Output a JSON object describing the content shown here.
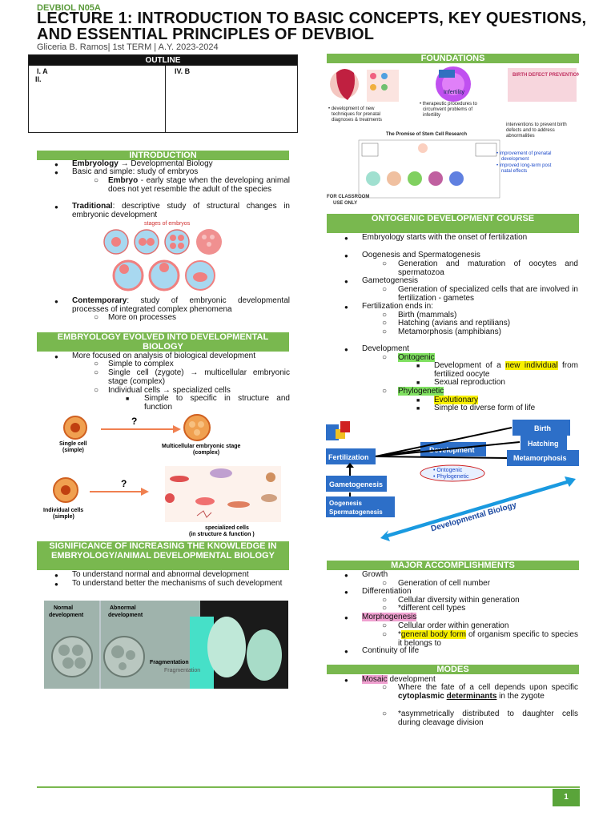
{
  "header": {
    "course_code": "DEVBIOL N05A",
    "title": "LECTURE 1: INTRODUCTION TO BASIC CONCEPTS, KEY QUESTIONS, AND ESSENTIAL PRINCIPLES OF DEVBIOL",
    "author_line": "Gliceria B. Ramos| 1st TERM | A.Y. 2023-2024"
  },
  "outline": {
    "heading": "OUTLINE",
    "col1": [
      "I.  A",
      "II."
    ],
    "col2": [
      "IV.   B"
    ]
  },
  "introduction": {
    "heading": "INTRODUCTION",
    "b1_bold": "Embryology",
    "b1_rest": " → Developmental Biology",
    "b2": "Basic and simple: study of embryos",
    "b2a_bold": "Embryo",
    "b2a_rest": " - early stage when the developing animal does not yet resemble the adult of the species",
    "b3_bold": "Traditional",
    "b3_rest": ": descriptive study of structural changes in embryonic development",
    "image_caption": "stages of embryos",
    "b4_bold": "Contemporary",
    "b4_rest": ": study of embryonic developmental processes of integrated complex phenomena",
    "b4a": "More on processes"
  },
  "embryology_evolved": {
    "heading": "EMBRYOLOGY EVOLVED INTO DEVELOPMENTAL BIOLOGY",
    "b1": "More focused on analysis of biological development",
    "s1": "Simple to complex",
    "s2": "Single cell (zygote) → multicellular embryonic stage (complex)",
    "s3": "Individual cells → specialized cells",
    "s3a": "Simple to specific in structure and function",
    "fig": {
      "single_cell": "Single cell (simple)",
      "multicellular": "Multicellular embryonic stage (complex)",
      "individual": "Individual cells (simple)",
      "specialized": "specialized cells (in structure & function )",
      "question": "?"
    }
  },
  "significance": {
    "heading": "SIGNIFICANCE OF INCREASING THE KNOWLEDGE IN EMBRYOLOGY/ANIMAL DEVELOPMENTAL BIOLOGY",
    "b1": "To understand normal and abnormal development",
    "b2": "To understand better the mechanisms of such development",
    "fig": {
      "normal": "Normal development",
      "abnormal": "Abnormal development",
      "fragmentation": "Fragmentation"
    }
  },
  "foundations": {
    "heading": "FOUNDATIONS",
    "infertility": "Infertility",
    "c1": "development of new techniques for prenatal diagnoses & treatments",
    "c2": "therapeutic procedures to circumvent problems of infertility",
    "c3": "interventions to prevent birth defects and to address abnormalities",
    "stem_title": "The Promise of Stem Cell Research",
    "b1": "improvement of prenatal development",
    "b2": "improved long-term post natal effects",
    "watermark": "FOR CLASSROOM USE ONLY"
  },
  "ontogenic": {
    "heading": "ONTOGENIC DEVELOPMENT COURSE",
    "b1": "Embryology starts with the onset of fertilization",
    "b2": "Oogenesis and Spermatogenesis",
    "b2a": "Generation and maturation of oocytes and spermatozoa",
    "b3": "Gametogenesis",
    "b3a": "Generation of specialized cells that are involved in fertilization - gametes",
    "b4": "Fertilization ends in:",
    "b4a": "Birth (mammals)",
    "b4b": "Hatching (avians and reptilians)",
    "b4c": "Metamorphosis (amphibians)",
    "b5": "Development",
    "b5a": "Ontogenic",
    "b5a1_pre": "Development of a ",
    "b5a1_hl": "new individual",
    "b5a1_post": " from fertilized oocyte",
    "b5a2": "Sexual reproduction",
    "b5b": "Phylogenetic",
    "b5b1": "Evolutionary",
    "b5b2": "Simple to diverse form of life",
    "diagram": {
      "fertilization": "Fertilization",
      "development": "Development",
      "birth": "Birth",
      "hatching": "Hatching",
      "metamorphosis": "Metamorphosis",
      "gametogenesis": "Gametogenesis",
      "oogenesis": "Oogenesis Spermatogenesis",
      "ontogenic": "Ontogenic",
      "phylogenetic": "Phylogenetic",
      "devbio": "Developmental Biology"
    }
  },
  "accomplishments": {
    "heading": "MAJOR ACCOMPLISHMENTS",
    "b1": "Growth",
    "b1a": "Generation of cell number",
    "b2": "Differentiation",
    "b2a": "Cellular diversity within generation",
    "b2b": "*different cell types",
    "b3": "Morphogenesis",
    "b3a": "Cellular order within generation",
    "b3b_pre": "*",
    "b3b_hl": "general body form",
    "b3b_post": " of organism specific to species it belongs to",
    "b4": "Continuity of life"
  },
  "modes": {
    "heading": "MODES",
    "b1_hl": "Mosaic",
    "b1_rest": " development",
    "b1a_pre": "Where the fate of a cell depends upon specific ",
    "b1a_b1": "cytoplasmic",
    "b1a_b2": "determinants",
    "b1a_post": " in the zygote",
    "b1b": "*asymmetrically distributed to daughter cells during cleavage division"
  },
  "footer": {
    "page": "1"
  }
}
